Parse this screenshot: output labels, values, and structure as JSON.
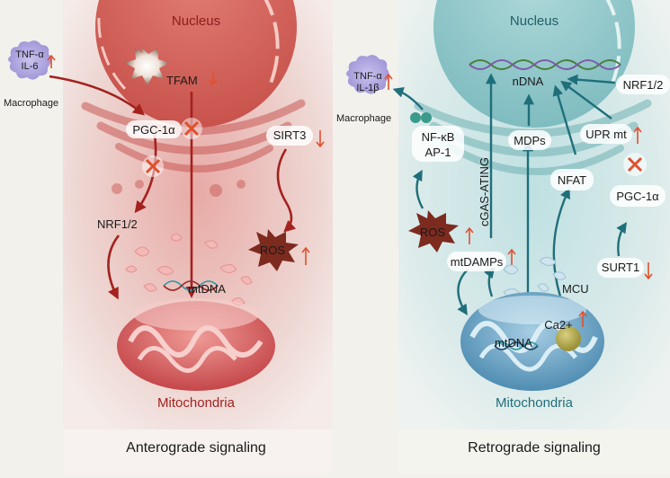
{
  "left": {
    "nucleus": "Nucleus",
    "tfam": "TFAM",
    "cytokine_1": "TNF-α",
    "cytokine_2": "IL-6",
    "macrophage": "Macrophage",
    "pgc": "PGC-1α",
    "sirt3": "SIRT3",
    "nrf": "NRF1/2",
    "ros": "ROS",
    "mtdna": "mtDNA",
    "mito": "Mitochondria",
    "caption": "Anterograde signaling"
  },
  "right": {
    "nucleus": "Nucleus",
    "ndna": "nDNA",
    "cytokine_1": "TNF-α",
    "cytokine_2": "IL-1β",
    "macrophage": "Macrophage",
    "nfkb": "NF-κB",
    "ap1": "AP-1",
    "cgas": "cGAS-ATING",
    "mdps": "MDPs",
    "upr": "UPR mt",
    "nrf": "NRF1/2",
    "nfat": "NFAT",
    "pgc": "PGC-1α",
    "ros": "ROS",
    "mtdamps": "mtDAMPs",
    "surt1": "SURT1",
    "mcu": "MCU",
    "ca": "Ca2+",
    "mtdna": "mtDNA",
    "mito": "Mitochondria",
    "caption": "Retrograde signaling"
  },
  "colors": {
    "left_accent": "#b22a2a",
    "left_panel": "#e8b9b3",
    "right_accent": "#1f6f7a",
    "right_panel": "#cfe4e6",
    "up_arrow": "#e0502c",
    "block": "#e0502c"
  }
}
